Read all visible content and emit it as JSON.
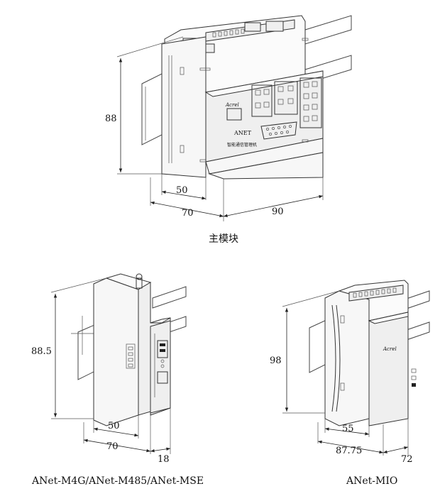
{
  "main_module": {
    "caption": "主模块",
    "dim_height": "88",
    "dim_depth_inner": "50",
    "dim_depth_outer": "70",
    "dim_width": "90",
    "brand": "Acrel",
    "product_label": "ANET",
    "product_sublabel": "智能通信管理机"
  },
  "comm_module": {
    "caption": "ANet-M4G/ANet-M485/ANet-MSE",
    "dim_height": "88.5",
    "dim_depth_inner": "50",
    "dim_depth_outer": "70",
    "dim_width": "18"
  },
  "io_module": {
    "caption": "ANet-MIO",
    "dim_height": "98",
    "dim_depth_inner": "55",
    "dim_depth_outer": "87.75",
    "dim_width": "72",
    "brand": "Acrel"
  }
}
